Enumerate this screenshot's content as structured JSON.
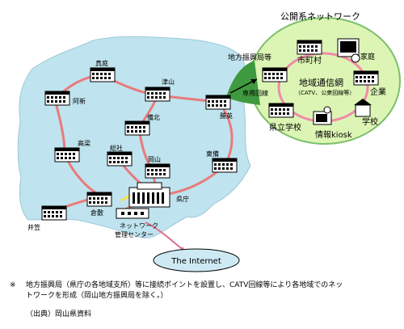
{
  "public_network": {
    "title": "公開系ネットワーク",
    "center_label": "地域通信網",
    "center_sublabel": "（CATV、公衆回線等）",
    "nodes": {
      "municipal": "市町村",
      "household": "家庭",
      "enterprise": "企業",
      "school": "学校",
      "prefectural_school": "県立学校",
      "kiosk": "情報kiosk"
    }
  },
  "regional_bureau_label": "地方振興局等",
  "dedicated_line_label": "専用回線",
  "map": {
    "offices": {
      "maniwa": "真庭",
      "niimi": "阿新",
      "tsuyama": "津山",
      "bizen": "備北",
      "bisei": "勝英",
      "takahashi": "高梁",
      "soja": "総社",
      "okayama": "岡山",
      "tobi": "東備",
      "ibara": "井笠",
      "kurashiki": "倉敷",
      "prefecture": "県庁"
    },
    "network_center": [
      "ネットワーク",
      "管理センター"
    ],
    "internet": "The Internet"
  },
  "colors": {
    "map_fill": "#bfe3ef",
    "ring_line": "#e87b7b",
    "public_fill": "#dcf5b4",
    "public_border": "#7bbf6a",
    "internet_fill": "#cdeaf4"
  },
  "footnote": {
    "mark": "※",
    "line1": "地方振興局（県庁の各地域支所）等に接続ポイントを設置し、CATV回線等により各地域でのネッ",
    "line2": "トワークを形成（岡山地方振興局を除く。）",
    "source": "（出典）岡山県資料"
  }
}
